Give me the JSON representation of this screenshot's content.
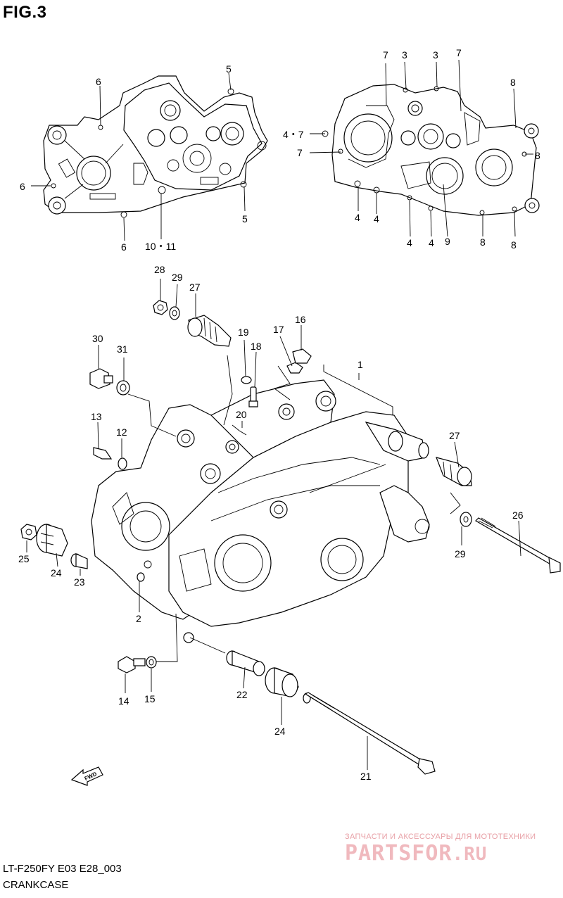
{
  "figure": {
    "title": "FIG.3",
    "code": "LT-F250FY E03 E28_003",
    "caption": "CRANKCASE"
  },
  "watermark": {
    "subtitle": "ЗАПЧАСТИ И АКСЕССУАРЫ ДЛЯ МОТОТЕХНИКИ",
    "logo_main": "PARTSFOR",
    "logo_tld": ".RU",
    "color": "#e8a0a6"
  },
  "callouts": [
    {
      "id": "c6a",
      "label": "6"
    },
    {
      "id": "c6b",
      "label": "6"
    },
    {
      "id": "c6c",
      "label": "6"
    },
    {
      "id": "c5a",
      "label": "5"
    },
    {
      "id": "c5b",
      "label": "5"
    },
    {
      "id": "c1011",
      "label": "10・11"
    },
    {
      "id": "c7a",
      "label": "7"
    },
    {
      "id": "c3a",
      "label": "3"
    },
    {
      "id": "c3b",
      "label": "3"
    },
    {
      "id": "c7b",
      "label": "7"
    },
    {
      "id": "c8a",
      "label": "8"
    },
    {
      "id": "c47",
      "label": "4・7"
    },
    {
      "id": "c7c",
      "label": "7"
    },
    {
      "id": "c8b",
      "label": "8"
    },
    {
      "id": "c4a",
      "label": "4"
    },
    {
      "id": "c4b",
      "label": "4"
    },
    {
      "id": "c4c",
      "label": "4"
    },
    {
      "id": "c4d",
      "label": "4"
    },
    {
      "id": "c9",
      "label": "9"
    },
    {
      "id": "c8c",
      "label": "8"
    },
    {
      "id": "c8d",
      "label": "8"
    },
    {
      "id": "c28",
      "label": "28"
    },
    {
      "id": "c29a",
      "label": "29"
    },
    {
      "id": "c27a",
      "label": "27"
    },
    {
      "id": "c19",
      "label": "19"
    },
    {
      "id": "c17",
      "label": "17"
    },
    {
      "id": "c16",
      "label": "16"
    },
    {
      "id": "c18",
      "label": "18"
    },
    {
      "id": "c1",
      "label": "1"
    },
    {
      "id": "c30",
      "label": "30"
    },
    {
      "id": "c31",
      "label": "31"
    },
    {
      "id": "c20",
      "label": "20"
    },
    {
      "id": "c13",
      "label": "13"
    },
    {
      "id": "c12",
      "label": "12"
    },
    {
      "id": "c27b",
      "label": "27"
    },
    {
      "id": "c26",
      "label": "26"
    },
    {
      "id": "c29b",
      "label": "29"
    },
    {
      "id": "c25",
      "label": "25"
    },
    {
      "id": "c24a",
      "label": "24"
    },
    {
      "id": "c23",
      "label": "23"
    },
    {
      "id": "c2",
      "label": "2"
    },
    {
      "id": "c14",
      "label": "14"
    },
    {
      "id": "c15",
      "label": "15"
    },
    {
      "id": "c22",
      "label": "22"
    },
    {
      "id": "c24b",
      "label": "24"
    },
    {
      "id": "c21",
      "label": "21"
    }
  ],
  "fwd_label": "FWD"
}
